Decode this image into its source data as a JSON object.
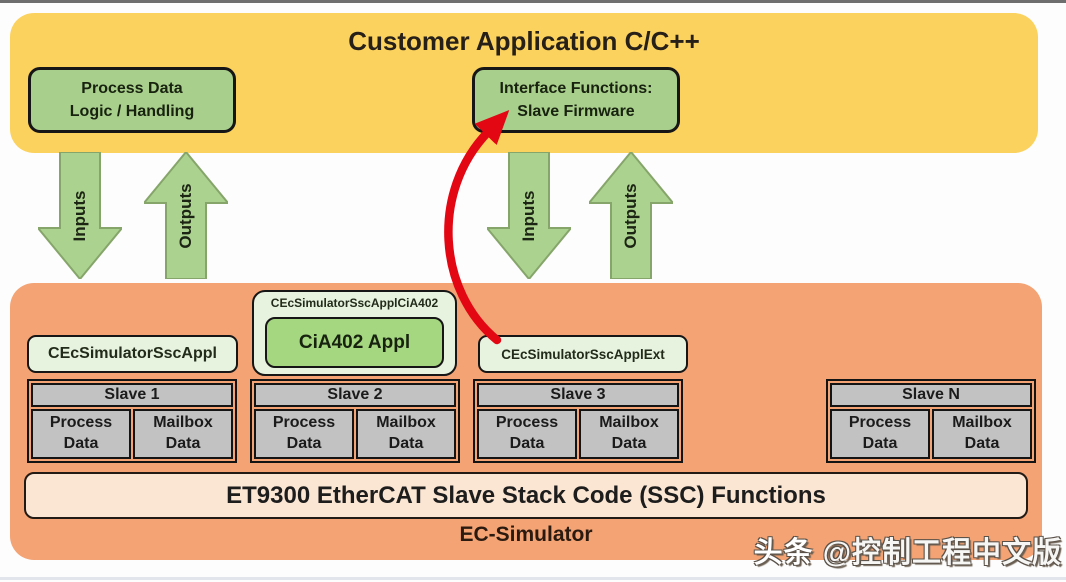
{
  "customer_app": {
    "title": "Customer Application C/C++",
    "process_box": {
      "line1": "Process Data",
      "line2": "Logic / Handling"
    },
    "interface_box": {
      "line1": "Interface Functions:",
      "line2": "Slave Firmware"
    }
  },
  "arrows": {
    "inputs": "Inputs",
    "outputs": "Outputs"
  },
  "simulator": {
    "label": "EC-Simulator",
    "appl_box": "CEcSimulatorSscAppl",
    "cia402_box": {
      "outer_label": "CEcSimulatorSscApplCiA402",
      "inner_label": "CiA402 Appl"
    },
    "ext_box": "CEcSimulatorSscApplExt",
    "ssc_bar": "ET9300 EtherCAT Slave Stack Code (SSC) Functions",
    "slaves": [
      {
        "title": "Slave 1",
        "process": {
          "line1": "Process",
          "line2": "Data"
        },
        "mailbox": {
          "line1": "Mailbox",
          "line2": "Data"
        }
      },
      {
        "title": "Slave 2",
        "process": {
          "line1": "Process",
          "line2": "Data"
        },
        "mailbox": {
          "line1": "Mailbox",
          "line2": "Data"
        }
      },
      {
        "title": "Slave 3",
        "process": {
          "line1": "Process",
          "line2": "Data"
        },
        "mailbox": {
          "line1": "Mailbox",
          "line2": "Data"
        }
      },
      {
        "title": "Slave N",
        "process": {
          "line1": "Process",
          "line2": "Data"
        },
        "mailbox": {
          "line1": "Mailbox",
          "line2": "Data"
        }
      }
    ]
  },
  "watermark": {
    "brand": "头条",
    "handle": "@控制工程中文版"
  },
  "colors": {
    "yellow_block": "#FBD25E",
    "orange_block": "#F3A374",
    "green_box": "#A9CF8C",
    "arrow_green": "#ABD38F",
    "light_green_box": "#E7F2DF",
    "cia402_green": "#A5D780",
    "slave_gray": "#C2C2C2",
    "ssc_cream": "#FBE5D3",
    "red_arrow": "#E30613"
  }
}
